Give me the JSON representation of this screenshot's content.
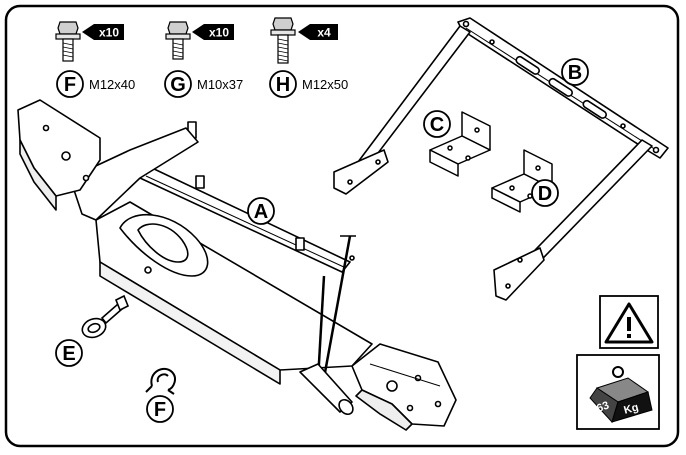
{
  "fasteners": [
    {
      "letter": "F",
      "spec": "M12x40",
      "qty": "x10"
    },
    {
      "letter": "G",
      "spec": "M10x37",
      "qty": "x10"
    },
    {
      "letter": "H",
      "spec": "M12x50",
      "qty": "x4"
    }
  ],
  "parts": {
    "a": "A",
    "b": "B",
    "c": "C",
    "d": "D",
    "e": "E",
    "f2": "F"
  },
  "weight": {
    "number": "63",
    "unit": "Kg"
  },
  "icons": {
    "warning": "warning-triangle-icon",
    "weight": "weight-icon",
    "bolt": "bolt-icon"
  }
}
